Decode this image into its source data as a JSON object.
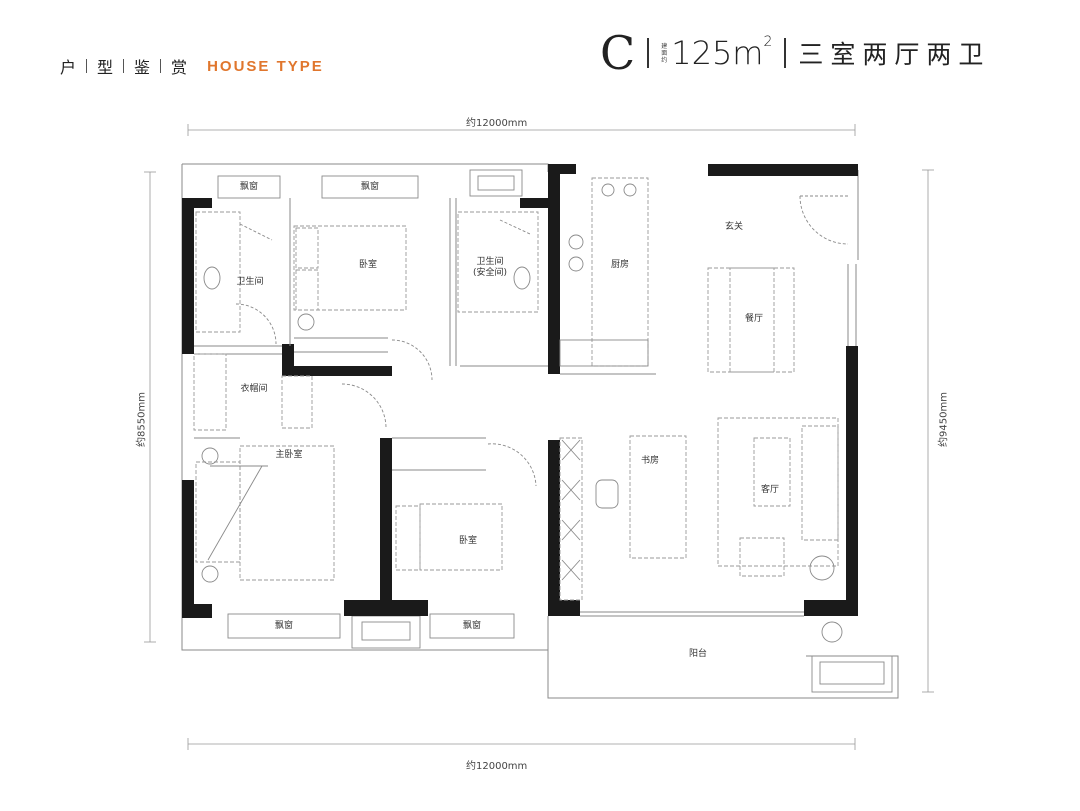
{
  "header": {
    "title_cn_chars": [
      "户",
      "型",
      "鉴",
      "赏"
    ],
    "title_en": "HOUSE TYPE",
    "type_letter": "C",
    "area_tiny": [
      "建",
      "面",
      "约"
    ],
    "area": "125m",
    "area_unit_sup": "2",
    "layout": "三室两厅两卫"
  },
  "dimensions": {
    "top": "约12000mm",
    "bottom": "约12000mm",
    "left": "约8550mm",
    "right": "约9450mm"
  },
  "rooms": {
    "bay_window_1": "飘窗",
    "bay_window_2": "飘窗",
    "bay_window_3": "飘窗",
    "bay_window_4": "飘窗",
    "bathroom_1": "卫生间",
    "bedroom_top": "卧室",
    "bathroom_2": "卫生间",
    "bathroom_2_note": "(安全间)",
    "kitchen": "厨房",
    "entrance": "玄关",
    "dining": "餐厅",
    "closet": "衣帽间",
    "master_bedroom": "主卧室",
    "bedroom_mid": "卧室",
    "study": "书房",
    "living": "客厅",
    "balcony": "阳台"
  },
  "colors": {
    "wall": "#1a1a1a",
    "line": "#8a8a8a",
    "accent": "#e0762d"
  }
}
